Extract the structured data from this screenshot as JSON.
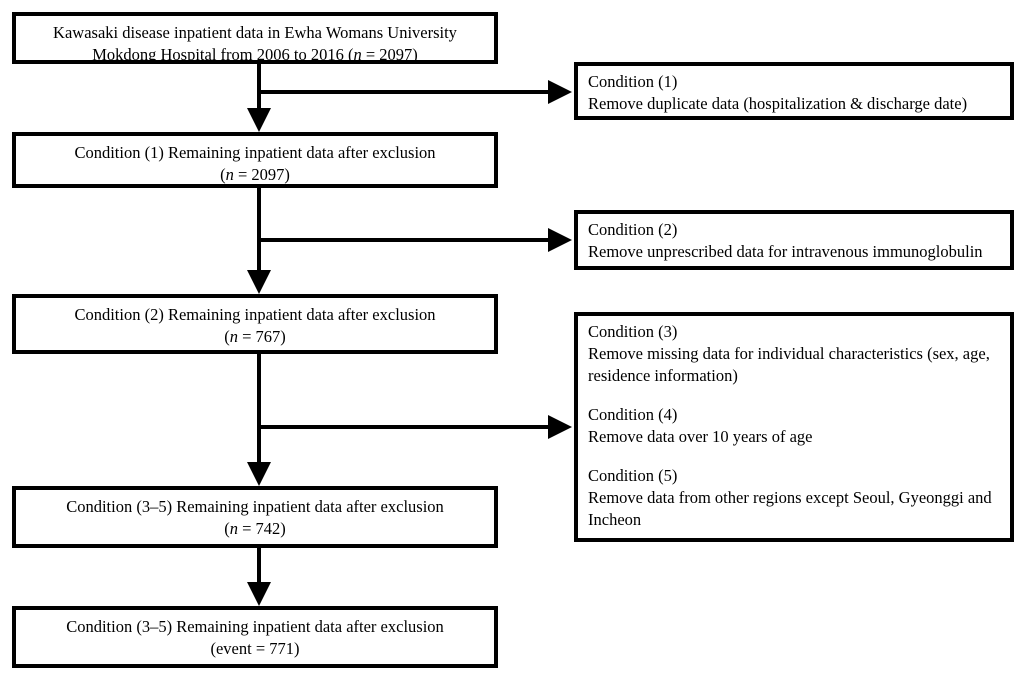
{
  "flowchart": {
    "main_boxes": [
      {
        "line1": "Kawasaki disease inpatient data in Ewha Womans University",
        "line2_pre": "Mokdong Hospital from 2006 to 2016 (",
        "line2_var": "n",
        "line2_post": " = 2097)"
      },
      {
        "line1": "Condition (1) Remaining inpatient data after exclusion",
        "line2_pre": "(",
        "line2_var": "n",
        "line2_post": " = 2097)"
      },
      {
        "line1": "Condition (2) Remaining inpatient data after exclusion",
        "line2_pre": "(",
        "line2_var": "n",
        "line2_post": " = 767)"
      },
      {
        "line1": "Condition (3–5) Remaining inpatient data after exclusion",
        "line2_pre": "(",
        "line2_var": "n",
        "line2_post": " = 742)"
      },
      {
        "line1": "Condition (3–5) Remaining inpatient data after exclusion",
        "line2": "(event = 771)"
      }
    ],
    "side_boxes": [
      {
        "conditions": [
          {
            "title": "Condition (1)",
            "text": "Remove duplicate data (hospitalization & discharge date)"
          }
        ]
      },
      {
        "conditions": [
          {
            "title": "Condition (2)",
            "text": "Remove unprescribed data for intravenous immunoglobulin"
          }
        ]
      },
      {
        "conditions": [
          {
            "title": "Condition (3)",
            "text": "Remove missing data for individual characteristics (sex, age, residence information)"
          },
          {
            "title": "Condition (4)",
            "text": "Remove data over 10 years of age"
          },
          {
            "title": "Condition (5)",
            "text": "Remove data from other regions except Seoul, Gyeonggi and Incheon"
          }
        ]
      }
    ],
    "colors": {
      "border": "#000000",
      "background": "#ffffff"
    }
  }
}
